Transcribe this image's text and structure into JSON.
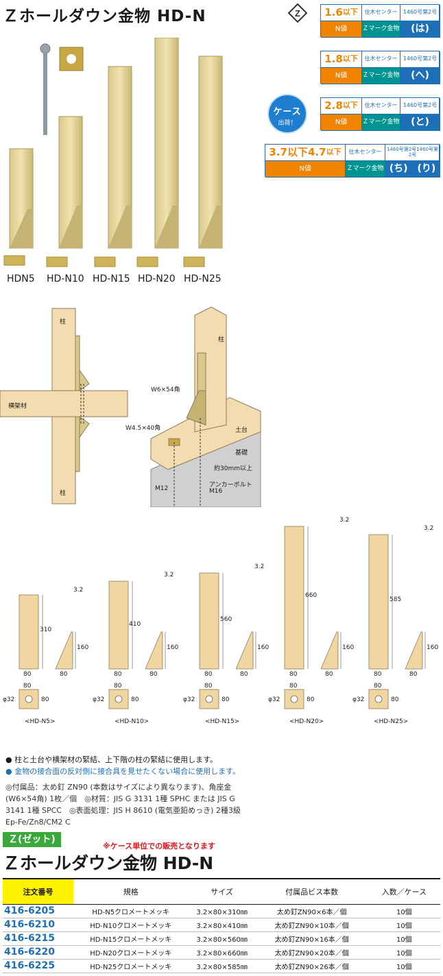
{
  "header": {
    "title": "Ｚホールダウン金物 HD-N"
  },
  "spec_boxes": [
    {
      "nval": "1.6",
      "unit": "以下",
      "center": "住木センター",
      "ref": "1460号第2号",
      "nlabel": "N値",
      "mark": "Ｚマーク金物",
      "kana": "(は)"
    },
    {
      "nval": "1.8",
      "unit": "以下",
      "center": "住木センター",
      "ref": "1460号第2号",
      "nlabel": "N値",
      "mark": "Ｚマーク金物",
      "kana": "(へ)"
    },
    {
      "nval": "2.8",
      "unit": "以下",
      "center": "住木センター",
      "ref": "1460号第2号",
      "nlabel": "N値",
      "mark": "Ｚマーク金物",
      "kana": "(と)"
    },
    {
      "nval": "3.7以下4.7",
      "unit": "以下",
      "center": "住木センター",
      "ref": "1460号第2号1460号第2号",
      "nlabel": "N値",
      "mark": "Ｚマーク金物",
      "kana": "(ち)　(り)"
    }
  ],
  "case_badge": {
    "line1": "ケース",
    "line2": "出荷！"
  },
  "products": [
    "HDN5",
    "HD-N10",
    "HD-N15",
    "HD-N20",
    "HD-N25"
  ],
  "install_labels": {
    "pillar1": "柱",
    "beam": "横架材",
    "pillar2": "柱",
    "pillar3": "柱",
    "w6": "W6×54角",
    "w45": "W4.5×40角",
    "sill": "土台",
    "foundation": "基礎",
    "depth": "約30mm以上",
    "m12": "M12",
    "anchor": "アンカーボルト",
    "m16": "M16"
  },
  "dims": [
    {
      "caption": "<HD-N5>",
      "height": "310",
      "gusset": "160",
      "thick": "3.2",
      "width": "80",
      "plate": "80",
      "hole": "φ32"
    },
    {
      "caption": "<HD-N10>",
      "height": "410",
      "gusset": "160",
      "thick": "3.2",
      "width": "80",
      "plate": "80",
      "hole": "φ32"
    },
    {
      "caption": "<HD-N15>",
      "height": "560",
      "gusset": "160",
      "thick": "3.2",
      "width": "80",
      "plate": "80",
      "hole": "φ32"
    },
    {
      "caption": "<HD-N20>",
      "height": "660",
      "gusset": "160",
      "thick": "3.2",
      "width": "80",
      "plate": "80",
      "hole": "φ32"
    },
    {
      "caption": "<HD-N25>",
      "height": "585",
      "gusset": "160",
      "thick": "3.2",
      "width": "80",
      "plate": "80",
      "hole": "φ32"
    }
  ],
  "notes": {
    "b1": "● 柱と土台や横架材の緊結、上下階の柱の緊結に使用します。",
    "b2": "● 金物の接合面の反対側に接合具を見せたくない場合に使用します。",
    "gray": "◎付属品：太め釘 ZN90 (本数はサイズにより異なります)、角座金(W6×54角) 1枚／個　◎材質：JIS G 3131 1種 SPHC または JIS G 3141 1種 SPCC　◎表面処理：JIS H 8610 (電気亜鉛めっき) 2種3級 Ep-Fe/Zn8/CM2 C"
  },
  "z_tag": "Ｚ(ゼット)",
  "warning": "※ケース単位での販売となります",
  "bottom_title": "Ｚホールダウン金物 HD-N",
  "table": {
    "headers": [
      "注文番号",
      "規格",
      "サイズ",
      "付属品ビス本数",
      "入数／ケース"
    ],
    "rows": [
      [
        "416-6205",
        "HD-N5クロメートメッキ",
        "3.2×80×310㎜",
        "太め釘ZN90×6本／個",
        "10個"
      ],
      [
        "416-6210",
        "HD-N10クロメートメッキ",
        "3.2×80×410㎜",
        "太め釘ZN90×10本／個",
        "10個"
      ],
      [
        "416-6215",
        "HD-N15クロメートメッキ",
        "3.2×80×560㎜",
        "太め釘ZN90×16本／個",
        "10個"
      ],
      [
        "416-6220",
        "HD-N20クロメートメッキ",
        "3.2×80×660㎜",
        "太め釘ZN90×20本／個",
        "10個"
      ],
      [
        "416-6225",
        "HD-N25クロメートメッキ",
        "3.2×80×585㎜",
        "太め釘ZN90×26本／個",
        "10個"
      ]
    ]
  }
}
